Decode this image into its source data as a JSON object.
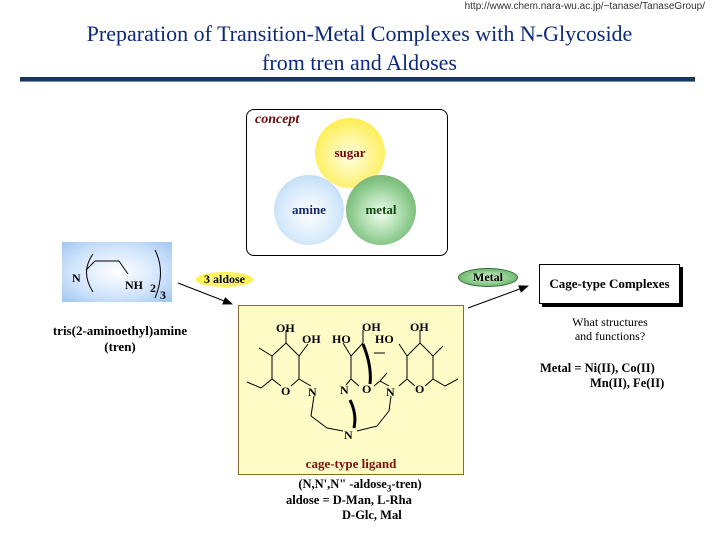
{
  "header": {
    "url": "http://www.chem.nara-wu.ac.jp/~tanase/TanaseGroup/",
    "title_line1": "Preparation of Transition-Metal Complexes with N-Glycoside",
    "title_line2": "from tren and Aldoses"
  },
  "concept": {
    "label": "concept",
    "circles": [
      {
        "name": "sugar",
        "label": "sugar",
        "color": "#fff27a"
      },
      {
        "name": "amine",
        "label": "amine",
        "color": "#d6e9fb"
      },
      {
        "name": "metal",
        "label": "metal",
        "color": "#8fcc8f"
      }
    ]
  },
  "tren": {
    "n_atom": "N",
    "nh2": "NH",
    "nh2_sub": "2",
    "repeat": "3",
    "caption_line1": "tris(2-aminoethyl)amine",
    "caption_line2": "(tren)"
  },
  "reagents": {
    "aldose": "3 aldose",
    "metal": "Metal"
  },
  "ligand": {
    "label": "cage-type ligand",
    "atoms": {
      "oh": "OH",
      "ho": "HO",
      "o": "O",
      "n": "N"
    },
    "formula_prefix": "(N,N',N\" -aldose",
    "formula_sub": "3",
    "formula_suffix": "-tren)",
    "aldose_line1": "aldose = D-Man, L-Rha",
    "aldose_line2": "D-Glc,  Mal"
  },
  "product": {
    "box_label": "Cage-type Complexes",
    "question_line1": "What structures",
    "question_line2": "and functions?",
    "metal_line1": "Metal =  Ni(II), Co(II)",
    "metal_line2": "Mn(II), Fe(II)"
  },
  "colors": {
    "title": "#0d2a78",
    "rule": "#17375e",
    "ligand_bg": "#fffcc8",
    "ligand_label": "#7a1010",
    "concept_label": "#6a0a0a"
  }
}
